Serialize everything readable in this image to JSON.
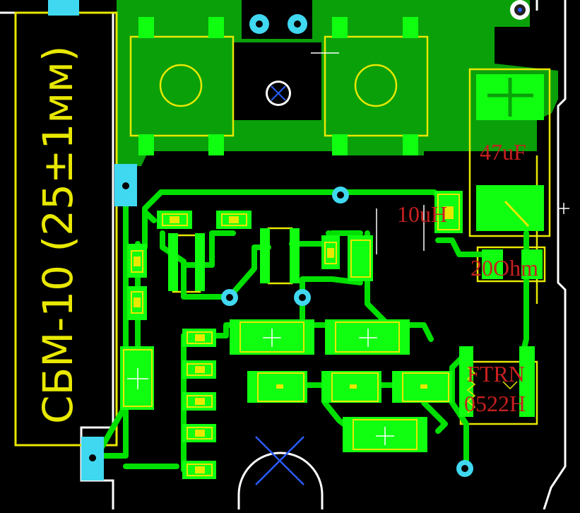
{
  "pcb": {
    "battery_label": "СБМ-10 (25±1мм)",
    "labels": {
      "cap_47uF": "47uF",
      "inductor_10uH": "10uH",
      "resistor_20ohm": "20Ohm",
      "ftrn_line1": "FTRN",
      "ftrn_line2": "0522H"
    },
    "colors": {
      "background": "#000000",
      "copper": "#00e000",
      "copper_fill": "#0aa00a",
      "pad": "#10ff10",
      "silkscreen": "#e8e800",
      "via": "#40d8f0",
      "outline": "#ffffff",
      "component_text": "#c82020",
      "mark": "#2a5cff"
    }
  }
}
